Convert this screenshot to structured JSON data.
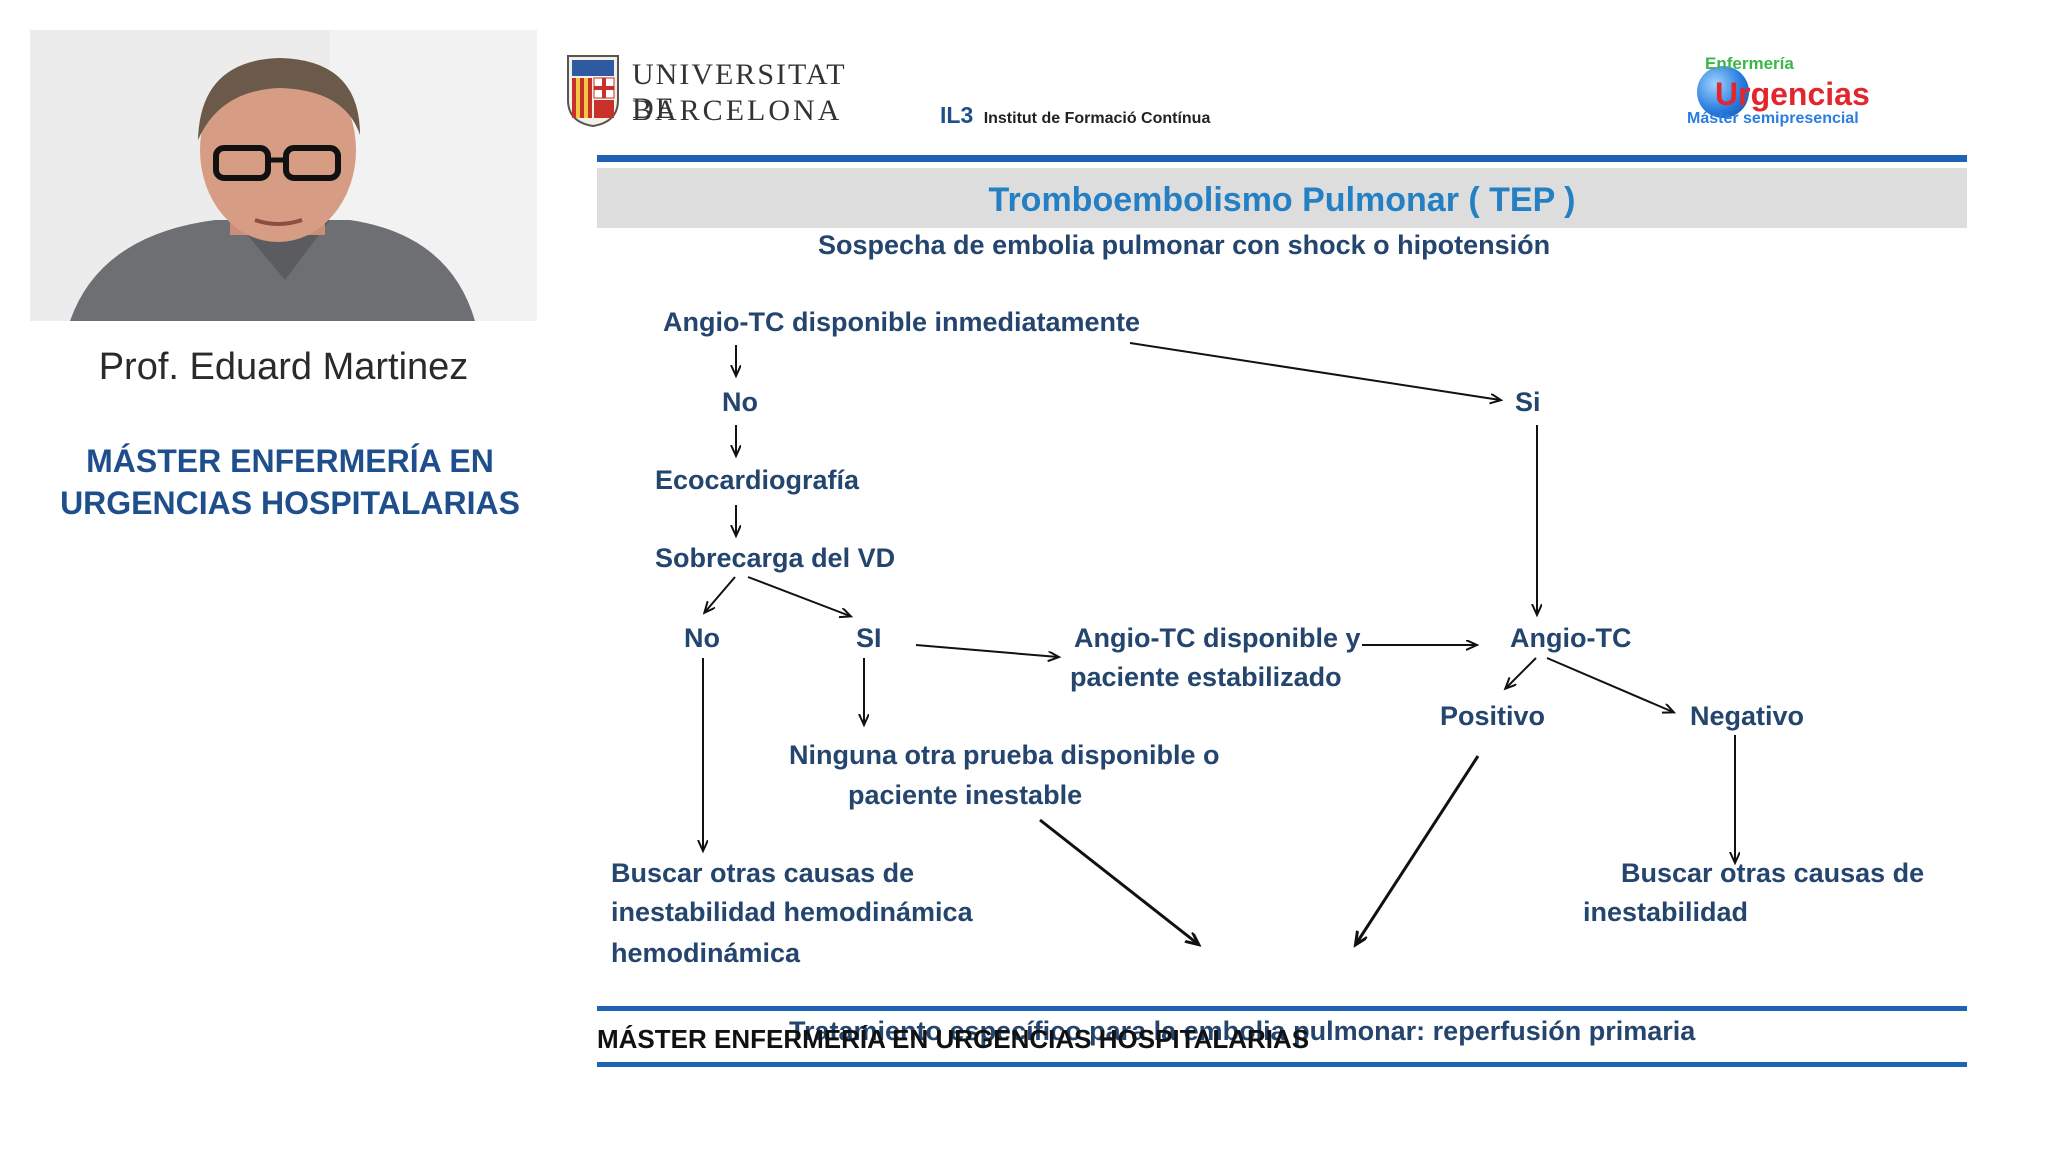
{
  "presenter": {
    "name": "Prof. Eduard Martinez",
    "program_title_line1": "MÁSTER ENFERMERÍA EN",
    "program_title_line2": "URGENCIAS HOSPITALARIAS"
  },
  "logos": {
    "ub_line1": "UNIVERSITAT DE",
    "ub_line2": "BARCELONA",
    "il3_mark": "IL3",
    "il3_text": "Institut de Formació Contínua",
    "urg_top": "Enfermería",
    "urg_main": "Urgencias",
    "urg_sub": "Máster semipresencial"
  },
  "slide": {
    "title": "Tromboembolismo Pulmonar ( TEP )",
    "subtitle": "Sospecha de embolia pulmonar con shock o hipotensión",
    "nodes": {
      "angio_inmediato": "Angio-TC disponible inmediatamente",
      "no_1": "No",
      "si_1": "Si",
      "eco": "Ecocardiografía",
      "sobrecarga": "Sobrecarga del VD",
      "no_2": "No",
      "si_2": "SI",
      "angio_estab_1": "Angio-TC disponible y",
      "angio_estab_2": "paciente estabilizado",
      "angio_tc": "Angio-TC",
      "positivo": "Positivo",
      "negativo": "Negativo",
      "ninguna_1": "Ninguna otra prueba disponible o",
      "ninguna_2": "paciente inestable",
      "buscar_left_1": "Buscar otras causas de",
      "buscar_left_2": "inestabilidad hemodinámica",
      "buscar_left_3": "hemodinámica",
      "buscar_right_1": "Buscar otras causas de",
      "buscar_right_2": "inestabilidad",
      "tratamiento": "Tratamiento específico para la embolia pulmonar: reperfusión primaria"
    },
    "footer": "MÁSTER ENFERMERÍA EN URGENCIAS HOSPITALARIAS"
  },
  "colors": {
    "title": "#2580c3",
    "node_text": "#24456e",
    "rule": "#1f63b4",
    "program_title": "#1f4e8c"
  }
}
